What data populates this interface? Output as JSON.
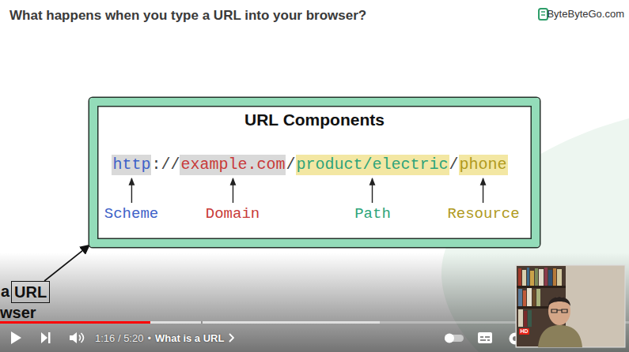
{
  "diagram": {
    "title": "What happens when you type a URL into your browser?",
    "nodes": [
      {
        "text": [
          "URL Components"
        ]
      },
      {
        "text": [
          "http"
        ],
        "in": 0
      },
      {
        "text": [
          "example.com"
        ],
        "in": 0
      },
      {
        "text": [
          "product/electric"
        ],
        "in": 0
      },
      {
        "text": [
          "phone"
        ],
        "in": 0
      },
      {
        "text": [
          "URL"
        ]
      }
    ],
    "edges": [
      {
        "from": 5,
        "to": 0,
        "arrow": "to"
      }
    ],
    "labels": [
      "ByteByteGo.com",
      "://",
      "/",
      "/",
      "Scheme",
      "Domain",
      "Path",
      "Resource",
      "a",
      "wser",
      "1:16 / 5:20",
      "•",
      "What is a URL",
      "HD"
    ]
  }
}
